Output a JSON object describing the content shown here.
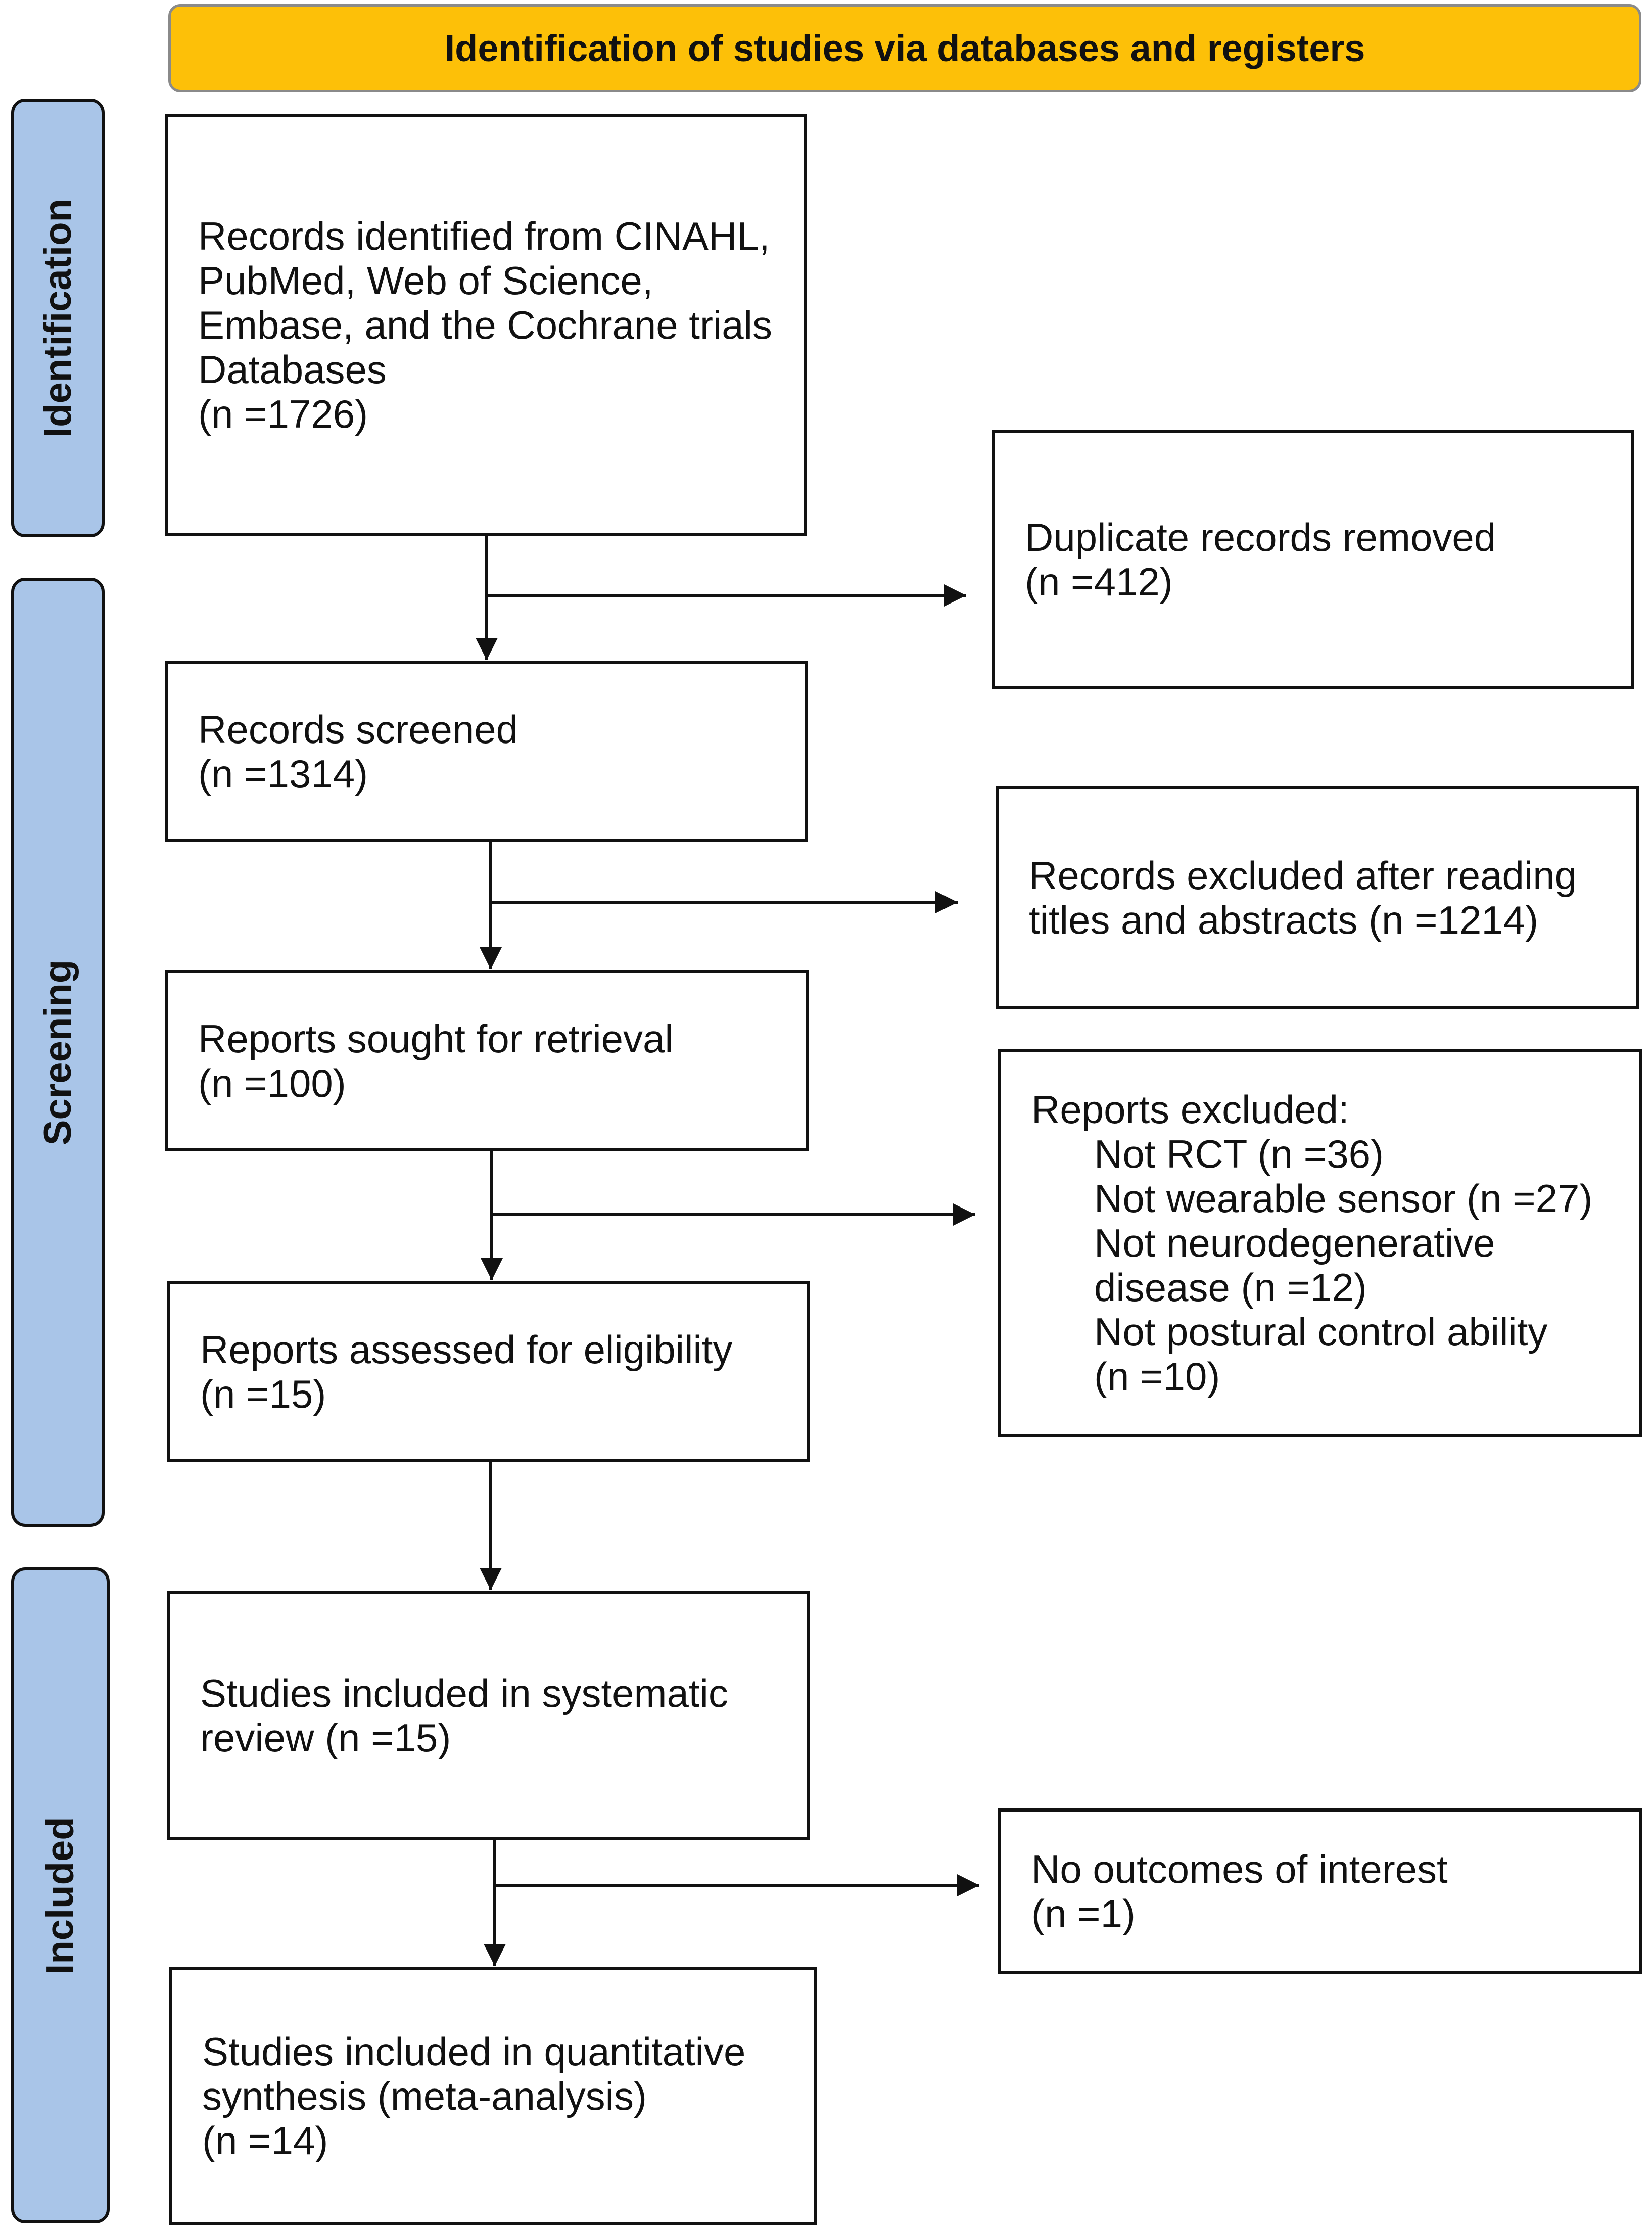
{
  "header": {
    "title": "Identification of studies via databases and registers"
  },
  "phases": [
    {
      "id": "identification",
      "label": "Identification"
    },
    {
      "id": "screening",
      "label": "Screening"
    },
    {
      "id": "included",
      "label": "Included"
    }
  ],
  "boxes": {
    "records_identified": {
      "lines": [
        "Records identified from CINAHL,",
        "PubMed, Web of Science,",
        "Embase, and the Cochrane trials",
        "Databases",
        "(n =1726)"
      ]
    },
    "duplicates_removed": {
      "lines": [
        "Duplicate records removed",
        "(n =412)"
      ]
    },
    "records_screened": {
      "lines": [
        "Records screened",
        "(n =1314)"
      ]
    },
    "records_excluded": {
      "lines": [
        "Records excluded after reading",
        "titles and abstracts (n =1214)"
      ]
    },
    "reports_sought": {
      "lines": [
        "Reports sought for retrieval",
        "(n =100)"
      ]
    },
    "reports_excluded": {
      "heading": "Reports excluded:",
      "lines": [
        "Not RCT (n =36)",
        "Not wearable sensor (n =27)",
        "Not neurodegenerative",
        "disease (n =12)",
        "Not postural control ability",
        "(n =10)"
      ]
    },
    "reports_assessed": {
      "lines": [
        "Reports assessed for eligibility",
        "(n =15)"
      ]
    },
    "studies_systematic": {
      "lines": [
        "Studies included in systematic",
        "review (n =15)"
      ]
    },
    "no_outcomes": {
      "lines": [
        "No outcomes of interest",
        "(n =1)"
      ]
    },
    "studies_quantitative": {
      "lines": [
        "Studies included in quantitative",
        "synthesis (meta-analysis)",
        "(n =14)"
      ]
    }
  }
}
